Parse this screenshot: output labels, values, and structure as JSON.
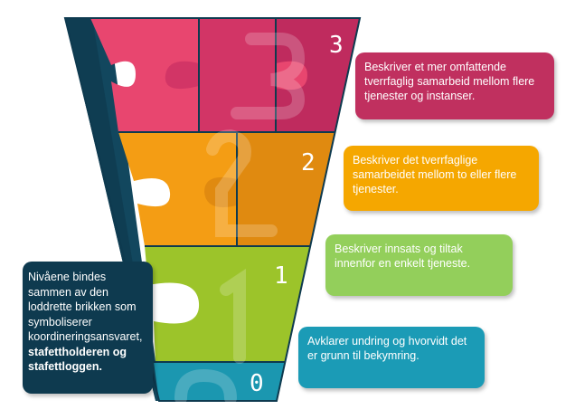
{
  "levels": [
    {
      "number": "3",
      "description": "Beskriver et mer omfattende tverrfaglig samarbeid mellom flere tjenester og instanser.",
      "color": "#c0305f"
    },
    {
      "number": "2",
      "description": "Beskriver det tverrfaglige samarbeidet mellom to eller flere tjenester.",
      "color": "#f5a700"
    },
    {
      "number": "1",
      "description": "Beskriver innsats og tiltak innenfor en enkelt tjeneste.",
      "color": "#93cf5b"
    },
    {
      "number": "0",
      "description": "Avklarer undring og hvorvidt det er grunn til bekymring.",
      "color": "#1b9bb6"
    }
  ],
  "note": {
    "text": "Nivåene bindes sammen av den loddrette brikken som symboliserer koordineringsansvaret,",
    "bold1": "stafettholderen",
    "join": "og",
    "bold2": "stafettloggen."
  }
}
